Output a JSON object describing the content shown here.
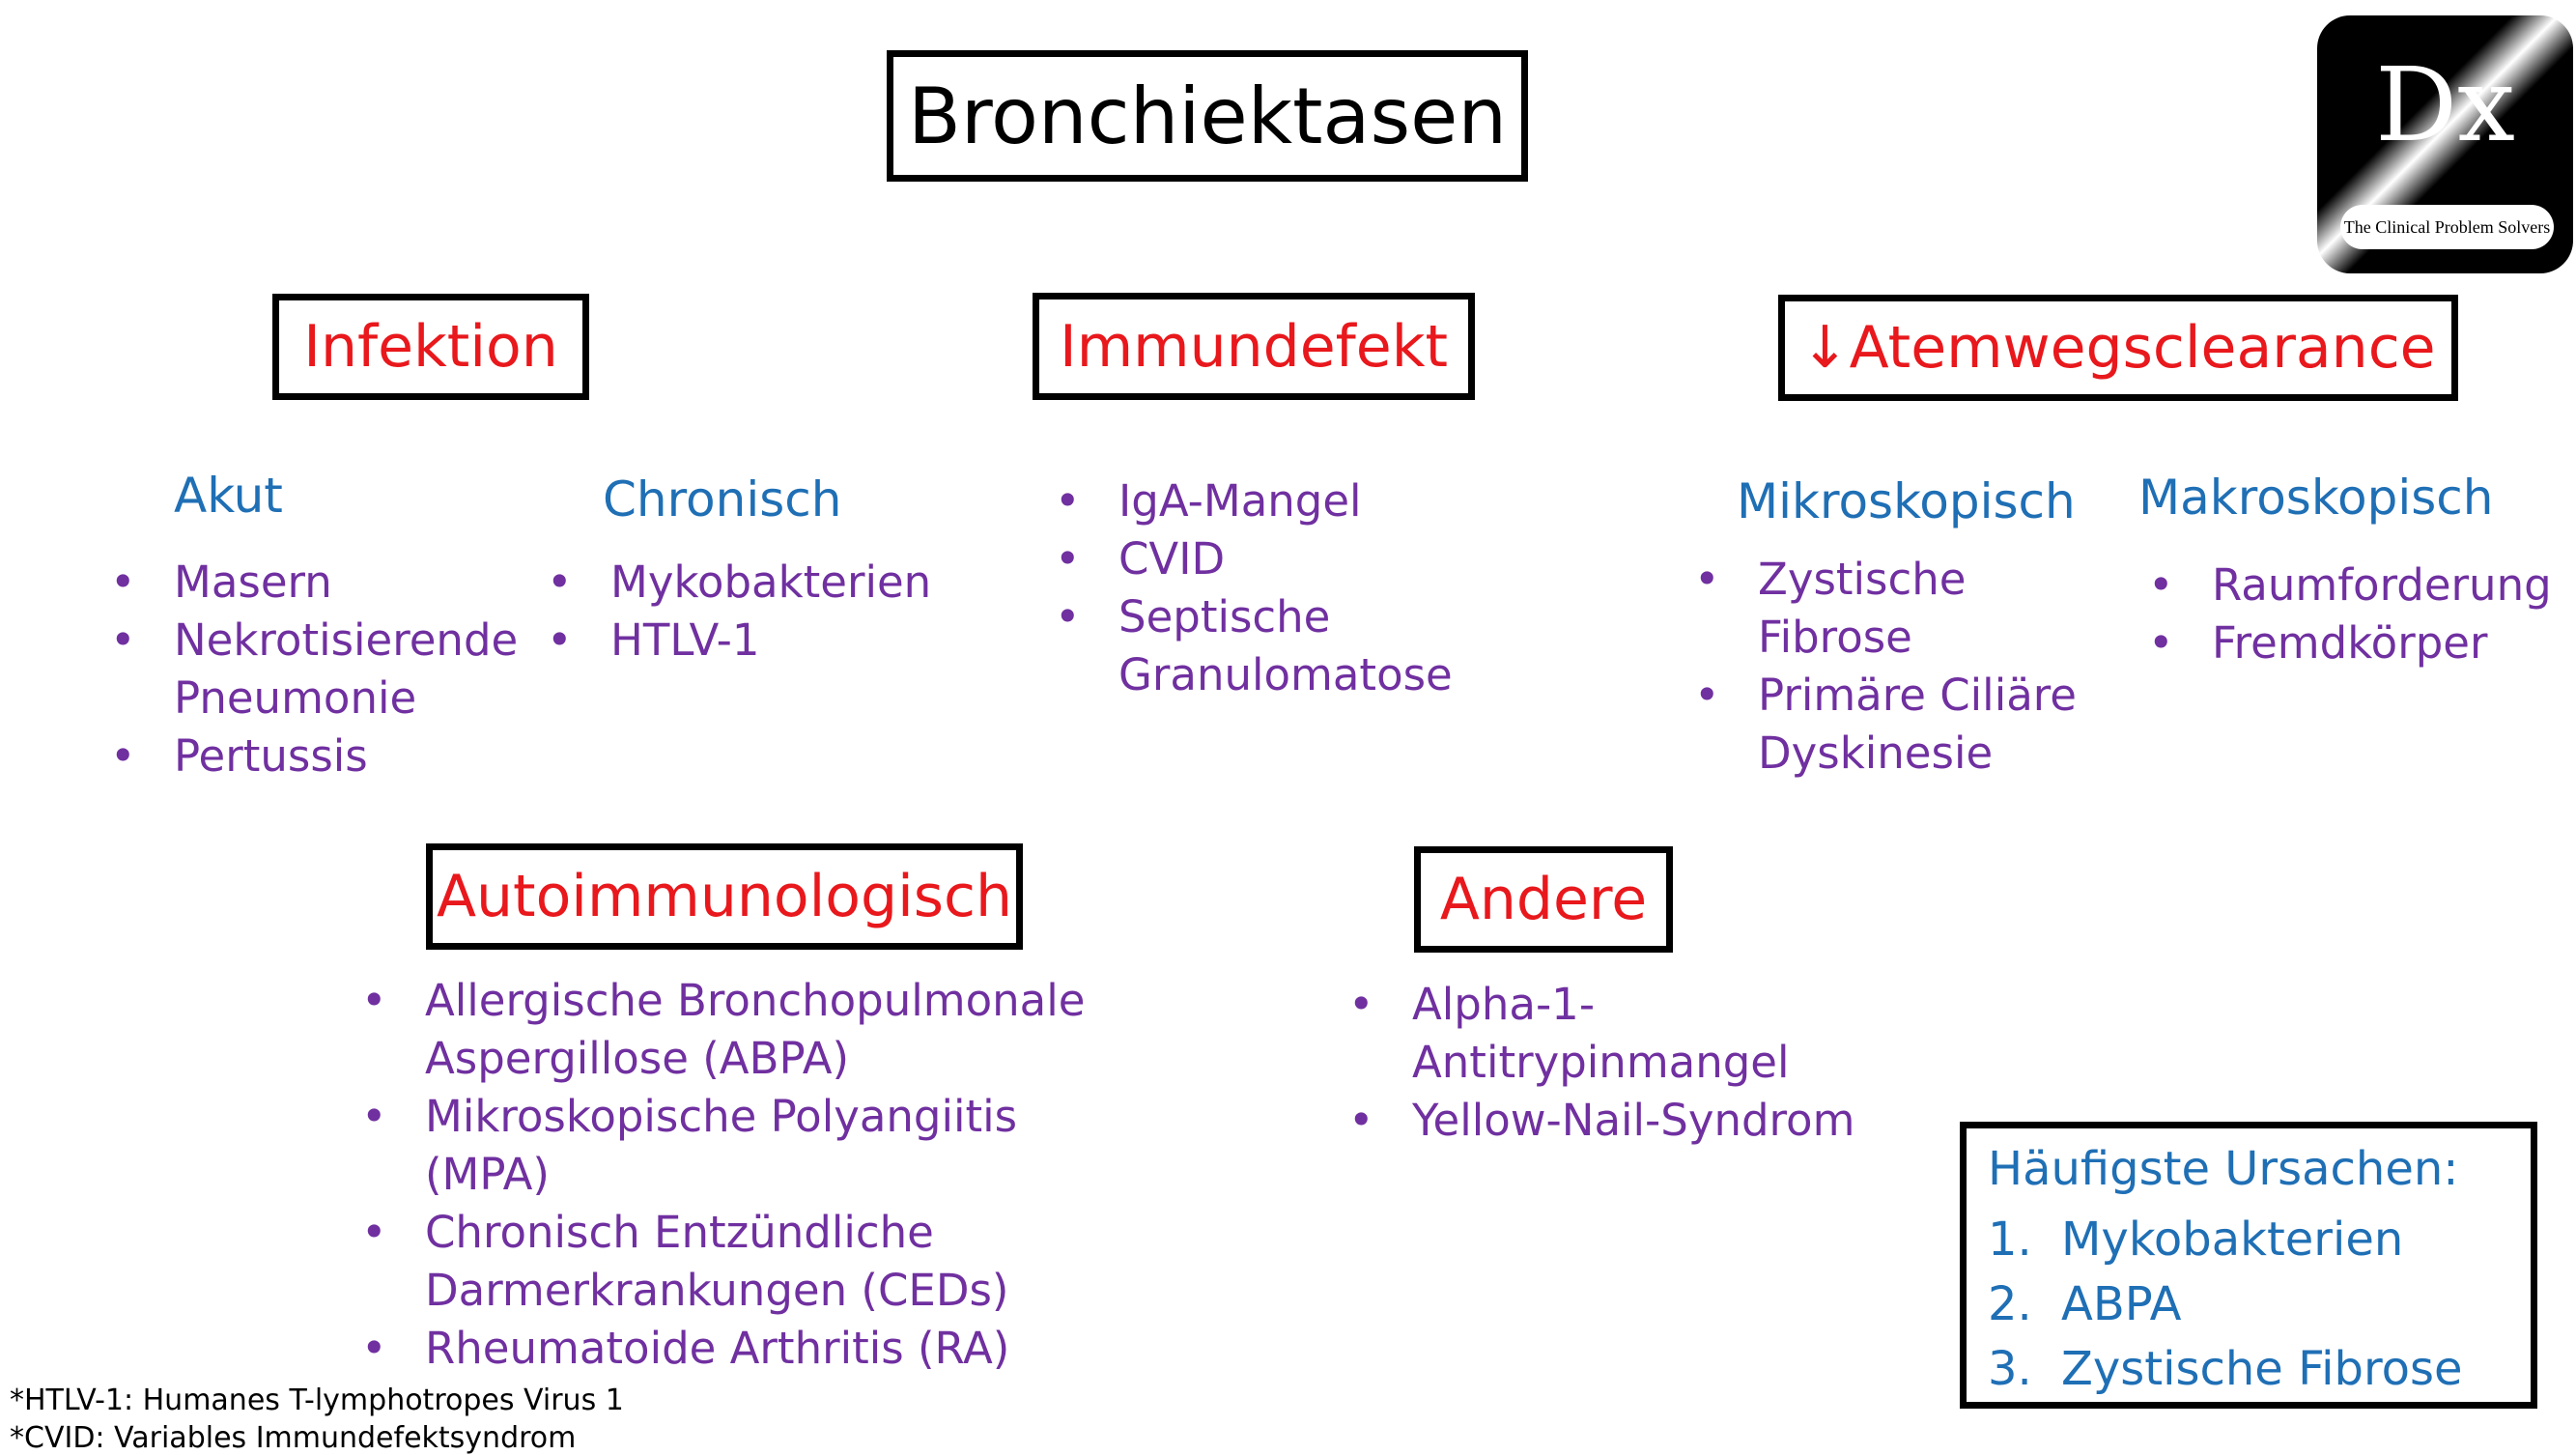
{
  "title": "Bronchiektasen",
  "logo": {
    "mark": "Dx",
    "tagline": "The Clinical Problem Solvers"
  },
  "categories": {
    "infektion": {
      "label": "Infektion",
      "akut": {
        "label": "Akut",
        "items": [
          "Masern",
          "Nekrotisierende Pneumonie",
          "Pertussis"
        ]
      },
      "chronisch": {
        "label": "Chronisch",
        "items": [
          "Mykobakterien",
          "HTLV-1"
        ]
      }
    },
    "immundefekt": {
      "label": "Immundefekt",
      "items": [
        "IgA-Mangel",
        "CVID",
        "Septische Granulomatose"
      ]
    },
    "atemwegsclearance": {
      "label": "↓Atemwegsclearance",
      "mikroskopisch": {
        "label": "Mikroskopisch",
        "items": [
          "Zystische Fibrose",
          "Primäre Ciliäre Dyskinesie"
        ]
      },
      "makroskopisch": {
        "label": "Makroskopisch",
        "items": [
          "Raumforderung",
          "Fremdkörper"
        ]
      }
    },
    "autoimmunologisch": {
      "label": "Autoimmunologisch",
      "items": [
        "Allergische Bronchopulmonale Aspergillose (ABPA)",
        "Mikroskopische Polyangiitis (MPA)",
        "Chronisch Entzündliche Darmerkrankungen (CEDs)",
        "Rheumatoide Arthritis (RA)"
      ]
    },
    "andere": {
      "label": "Andere",
      "items": [
        "Alpha-1-Antitrypinmangel",
        "Yellow-Nail-Syndrom"
      ]
    }
  },
  "common_causes": {
    "title": "Häufigste Ursachen:",
    "items": [
      {
        "num": "1.",
        "text": "Mykobakterien"
      },
      {
        "num": "2.",
        "text": "ABPA"
      },
      {
        "num": "3.",
        "text": "Zystische Fibrose"
      }
    ]
  },
  "footnotes": [
    "*HTLV-1: Humanes T-lymphotropes Virus 1",
    "*CVID: Variables Immundefektsyndrom"
  ],
  "colors": {
    "category": "#e8181c",
    "subheading": "#1f6fb5",
    "items": "#7030a0",
    "border": "#000000"
  }
}
